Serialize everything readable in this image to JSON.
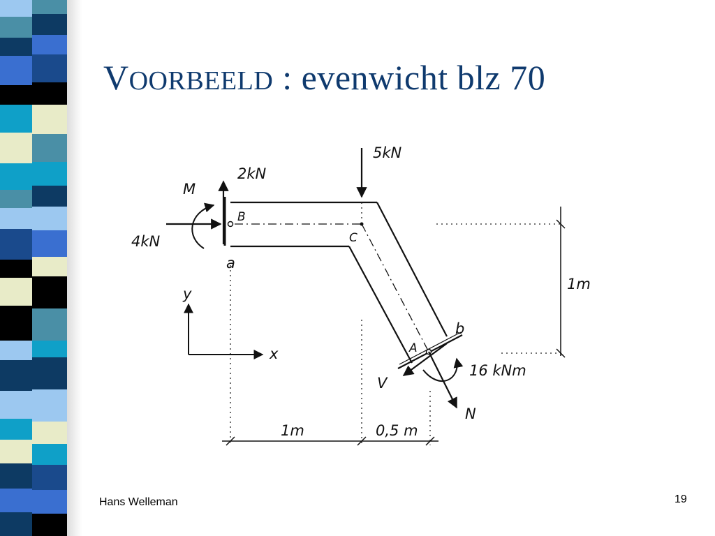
{
  "slide": {
    "title_first_letter": "V",
    "title_rest_caps": "OORBEELD",
    "title_tail": " : evenwicht blz 70",
    "footer_author": "Hans Welleman",
    "page_number": "19"
  },
  "diagram": {
    "labels": {
      "load_top": "5kN",
      "force_up": "2kN",
      "moment_left": "M",
      "force_left": "4kN",
      "point_B": "B",
      "point_C": "C",
      "section_a": "a",
      "axis_y": "y",
      "axis_x": "x",
      "point_A": "A",
      "section_b": "b",
      "shear_V": "V",
      "moment_right": "16 kNm",
      "normal_N": "N",
      "dim_vertical": "1m",
      "dim_horizontal_1": "1m",
      "dim_horizontal_2": "0,5 m"
    }
  },
  "colors": {
    "title": "#0f3a6e",
    "stripe_palette": [
      "#0d3a63",
      "#3a6fd0",
      "#4a8fa6",
      "#0fa0c8",
      "#e8ebc8",
      "#000000",
      "#9cc8f0",
      "#1a4a8c"
    ]
  }
}
